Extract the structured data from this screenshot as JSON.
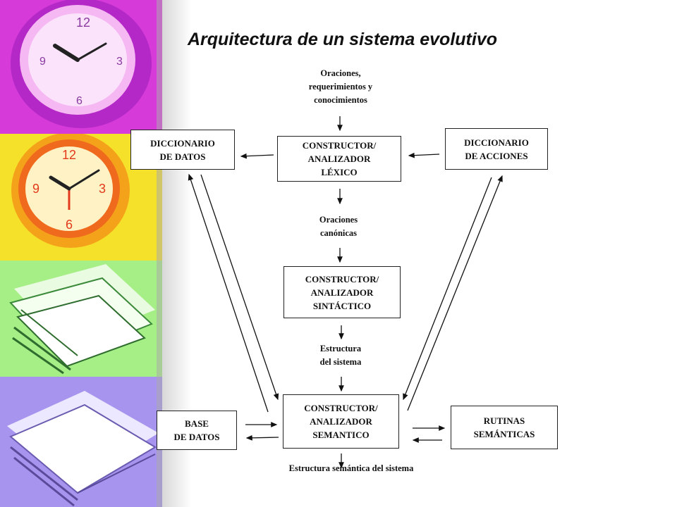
{
  "title": "Arquitectura de un sistema evolutivo",
  "boxes": {
    "diccionario_datos": "DICCIONARIO\nDE DATOS",
    "lexico": "CONSTRUCTOR/\nANALIZADOR\nLÉXICO",
    "diccionario_acciones": "DICCIONARIO\nDE ACCIONES",
    "sintactico": "CONSTRUCTOR/\nANALIZADOR\nSINTÁCTICO",
    "semantico": "CONSTRUCTOR/\nANALIZADOR\nSEMANTICO",
    "base_datos": "BASE\nDE DATOS",
    "rutinas": "RUTINAS\nSEMÁNTICAS"
  },
  "labels": {
    "entrada": "Oraciones,\nrequerimientos y\nconocimientos",
    "canonicas": "Oraciones\ncanónicas",
    "estructura": "Estructura\ndel sistema",
    "salida": "Estructura semántica del sistema"
  },
  "images": [
    "clock-icon",
    "clock-icon",
    "paper-stack-icon",
    "paper-stack-icon"
  ],
  "colors": {
    "magenta": "#d63ad9",
    "yellow": "#f5e02a",
    "green": "#a6ee86",
    "lavender": "#a794ee"
  }
}
